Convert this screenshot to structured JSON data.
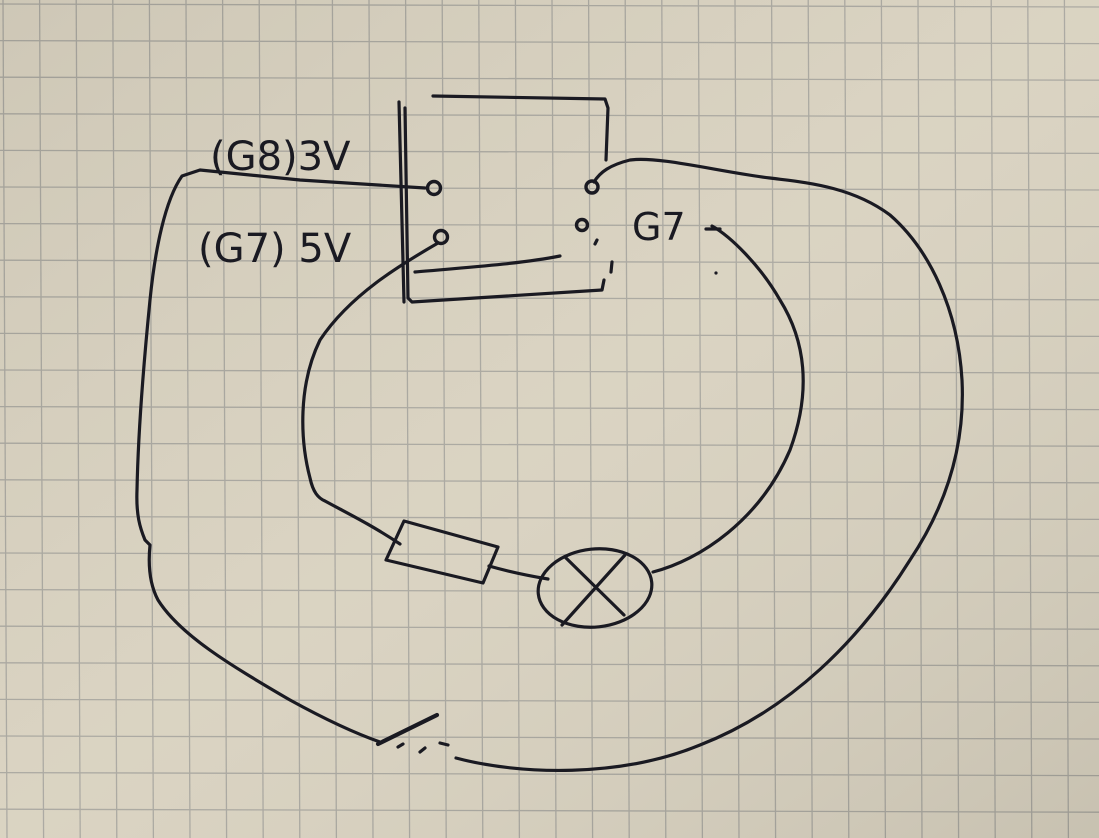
{
  "diagram": {
    "labels": {
      "g8_3v": "(G8)3V",
      "g7_5v": "(G7) 5V",
      "g7_right": "G7"
    }
  },
  "colors": {
    "paper": "#d9d2c0",
    "grid": "#a9a79f",
    "ink": "#1a1a22"
  }
}
